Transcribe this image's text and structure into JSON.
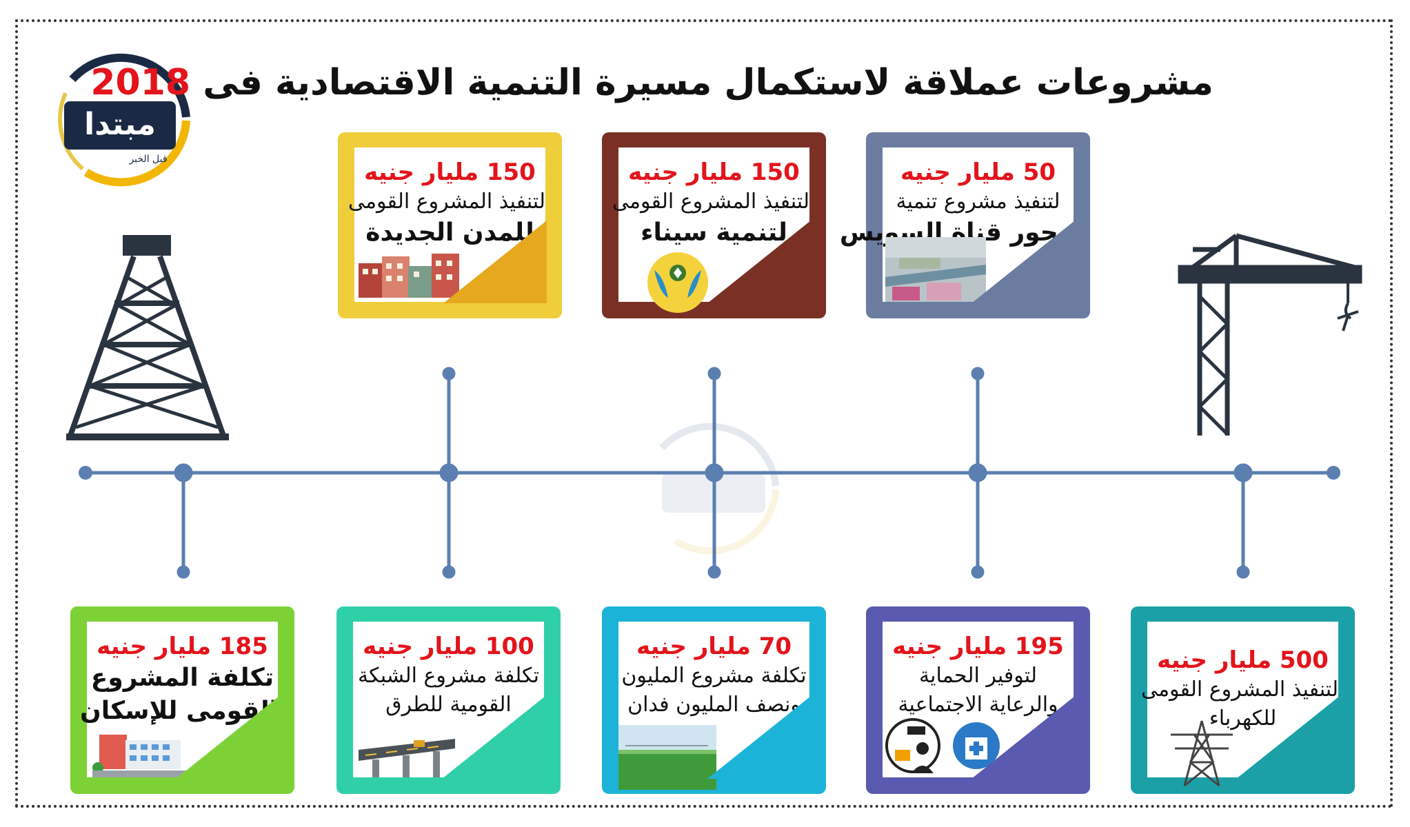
{
  "title": {
    "text": "مشروعات عملاقة لاستكمال مسيرة التنمية الاقتصادية فى ",
    "year": "2018"
  },
  "logo": {
    "name": "مبتدا",
    "tagline": "قبل الخبر"
  },
  "colors": {
    "timeline": "#5b7fb0",
    "amount": "#e3141b",
    "cards": {
      "new_cities": "#f0cd3a",
      "sinai": "#7a3025",
      "suez": "#6a7ca0",
      "housing": "#7cd136",
      "roads": "#2fd0a8",
      "feddan": "#1cb3d8",
      "social": "#5a5ab0",
      "electricity": "#1ba0a8"
    }
  },
  "cards_top": [
    {
      "id": "new_cities",
      "amount": "150 مليار جنيه",
      "line1": "لتنفيذ المشروع القومى",
      "line2": "للمدن الجديدة",
      "icon": "buildings-icon"
    },
    {
      "id": "sinai",
      "amount": "150 مليار جنيه",
      "line1": "لتنفيذ المشروع القومى",
      "line2": "لتنمية سيناء",
      "icon": "sinai-emblem-icon"
    },
    {
      "id": "suez",
      "amount": "50 مليار جنيه",
      "line1": "لتنفيذ مشروع تنمية",
      "line2": "محور قناة السويس",
      "icon": "canal-aerial-icon"
    }
  ],
  "cards_bottom": [
    {
      "id": "housing",
      "amount": "185 مليار جنيه",
      "line1": "تكلفة المشروع",
      "line2": "القومى للإسكان",
      "icon": "housing-building-icon"
    },
    {
      "id": "roads",
      "amount": "100 مليار جنيه",
      "line1": "تكلفة مشروع الشبكة",
      "line2": "القومية للطرق",
      "icon": "bridge-road-icon"
    },
    {
      "id": "feddan",
      "amount": "70 مليار جنيه",
      "line1": "تكلفة مشروع المليون",
      "line2": "ونصف المليون فدان",
      "icon": "farmland-icon"
    },
    {
      "id": "social",
      "amount": "195 مليار جنيه",
      "line1": "لتوفير الحماية",
      "line2": "والرعاية الاجتماعية",
      "icon": "security-hospital-icon"
    },
    {
      "id": "electricity",
      "amount": "500 مليار جنيه",
      "line1": "لتنفيذ المشروع القومى",
      "line2": "للكهرباء",
      "icon": "power-tower-icon"
    }
  ]
}
